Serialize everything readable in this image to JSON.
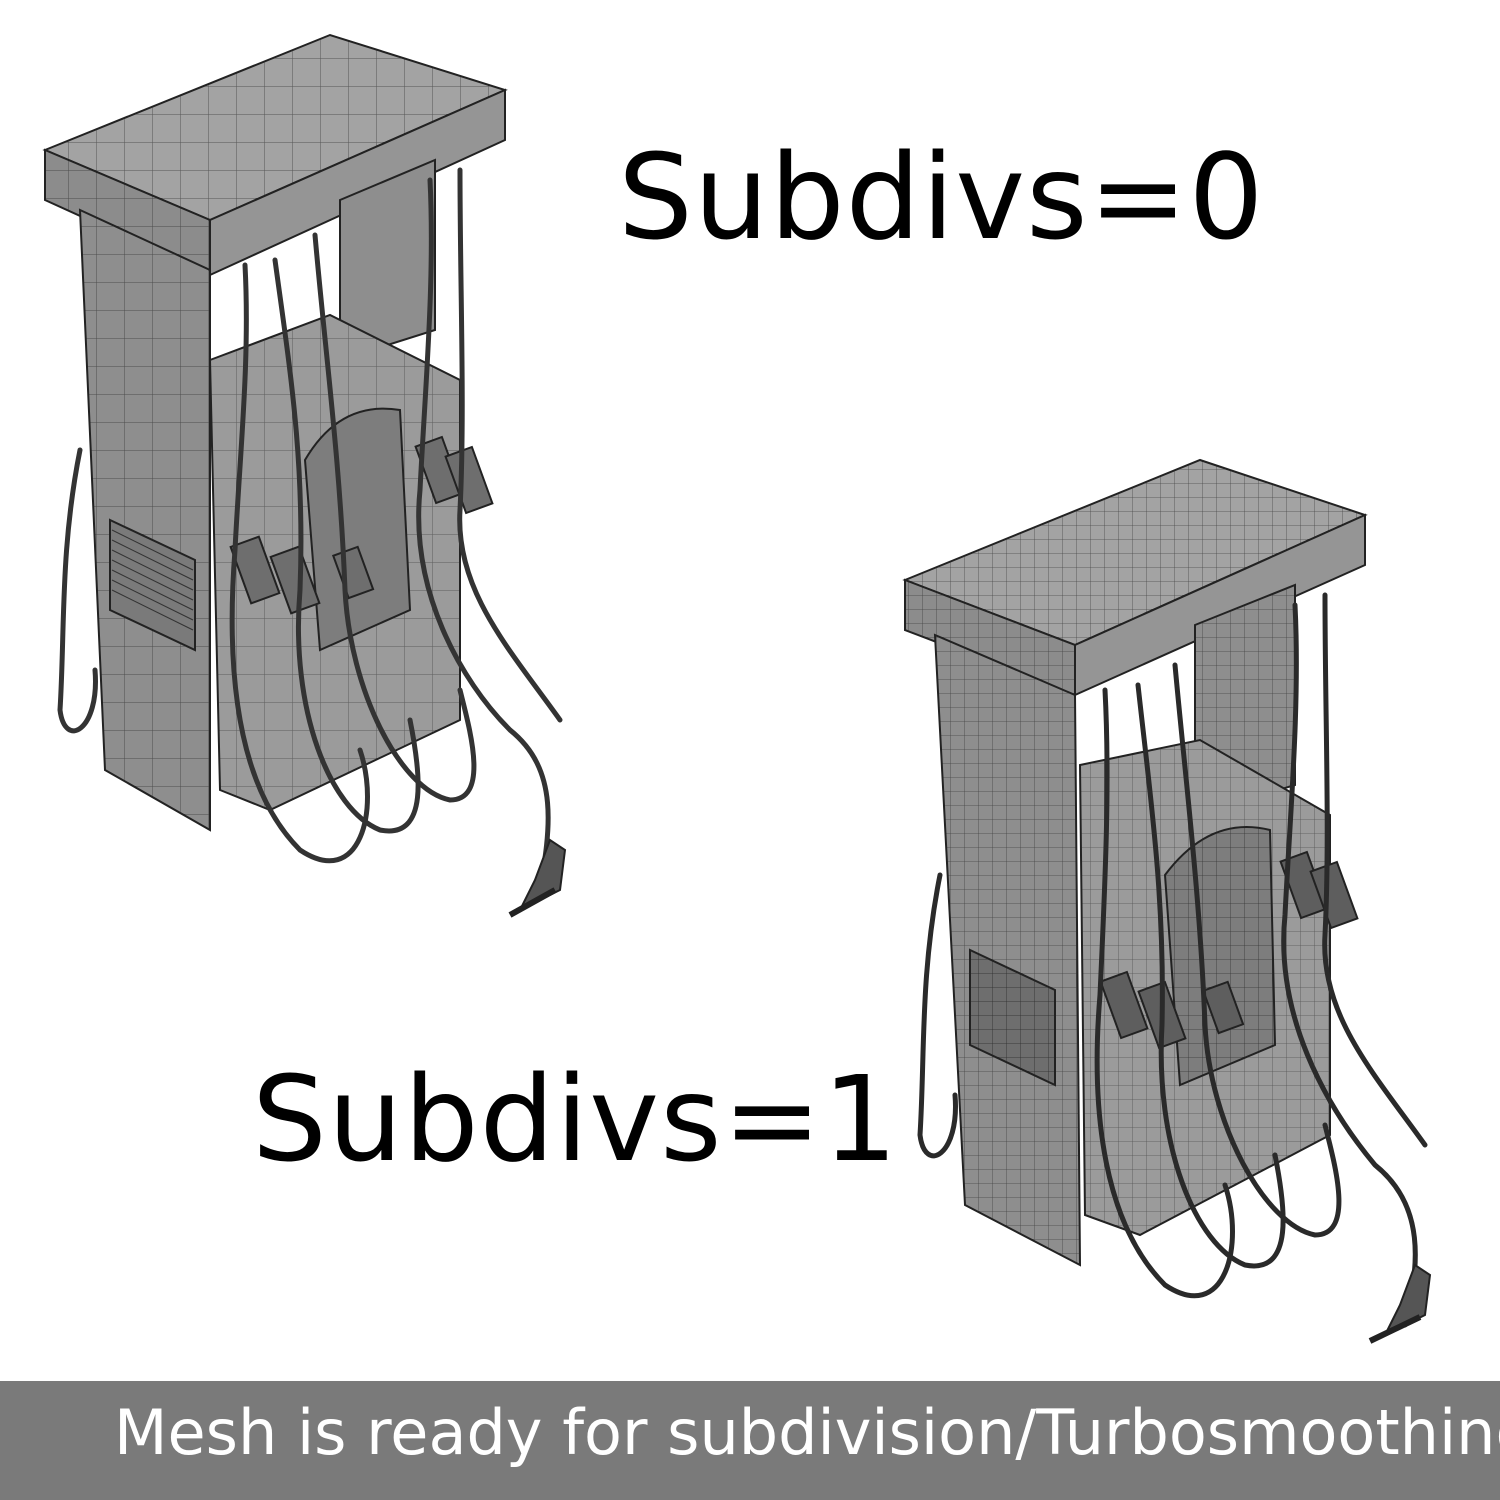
{
  "labels": {
    "top": "Subdivs=0",
    "bottom": "Subdivs=1"
  },
  "banner": {
    "text": "Mesh is ready for subdivision/Turbosmoothing"
  },
  "colors": {
    "background": "#ffffff",
    "mesh_fill": "#9a9a9a",
    "mesh_dark": "#6e6e6e",
    "wire": "#222222",
    "banner": "#7a7a7a",
    "banner_text": "#ffffff"
  }
}
